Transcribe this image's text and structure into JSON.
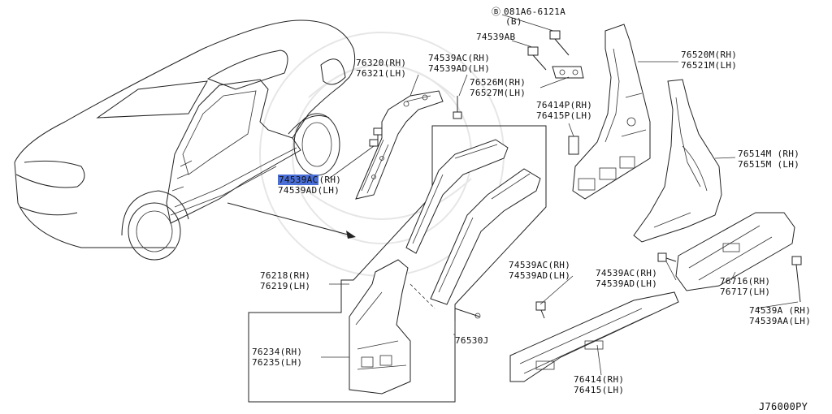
{
  "diagram_code": "J76000PY",
  "highlight_color": "#4a6fd6",
  "labels": {
    "bolt_ref": "081A6-6121A",
    "bolt_ref_qty": "(B)",
    "p74539AB": "74539AB",
    "p76320": "76320(RH)",
    "p76321": "76321(LH)",
    "p74539AC_top": "74539AC(RH)",
    "p74539AD_top": "74539AD(LH)",
    "p76526M": "76526M(RH)",
    "p76527M": "76527M(LH)",
    "p76414P": "76414P(RH)",
    "p76415P": "76415P(LH)",
    "p76520M": "76520M(RH)",
    "p76521M": "76521M(LH)",
    "p76514M": "76514M (RH)",
    "p76515M": "76515M (LH)",
    "p74539AC_hl": "74539AC",
    "p74539AC_hl_side": "(RH)",
    "p74539AD_hl": "74539AD(LH)",
    "p76218": "76218(RH)",
    "p76219": "76219(LH)",
    "p76234": "76234(RH)",
    "p76235": "76235(LH)",
    "p76530J": "76530J",
    "p74539AC_mid": "74539AC(RH)",
    "p74539AD_mid": "74539AD(LH)",
    "p74539AC_right": "74539AC(RH)",
    "p74539AD_right": "74539AD(LH)",
    "p76716": "76716(RH)",
    "p76717": "76717(LH)",
    "p74539A": "74539A (RH)",
    "p74539AA": "74539AA(LH)",
    "p76414": "76414(RH)",
    "p76415": "76415(LH)"
  }
}
